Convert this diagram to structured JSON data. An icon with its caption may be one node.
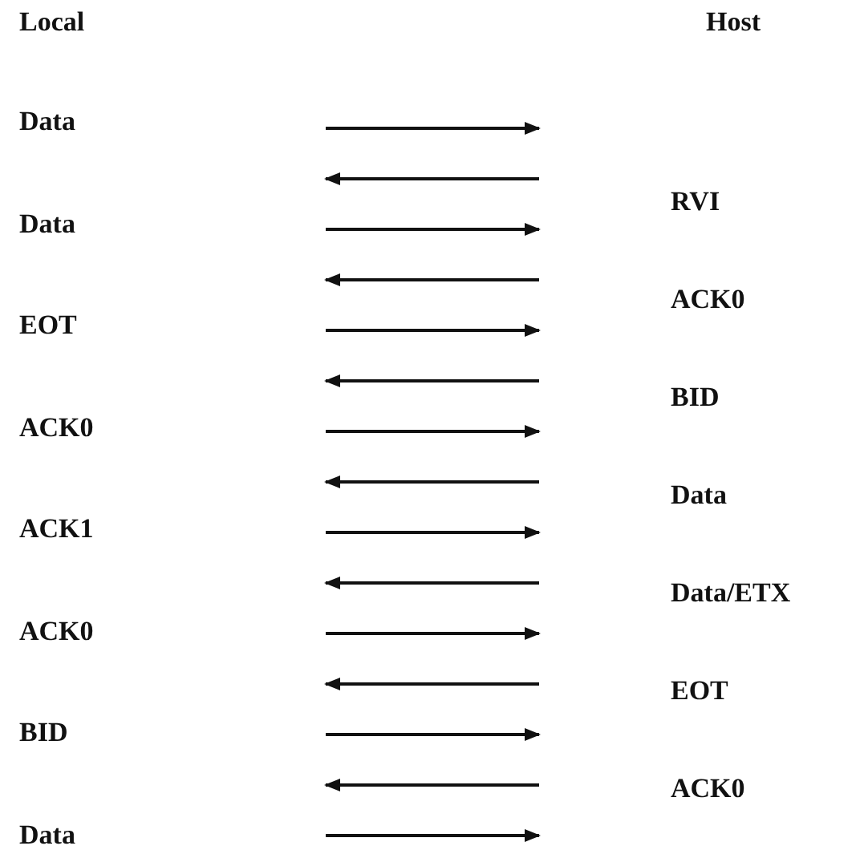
{
  "diagram": {
    "labels": [
      "Local",
      "Host",
      "Data",
      "RVI",
      "Data",
      "ACK0",
      "EOT",
      "BID",
      "ACK0",
      "Data",
      "ACK1",
      "Data/ETX",
      "ACK0",
      "EOT",
      "BID",
      "ACK0",
      "Data"
    ]
  }
}
